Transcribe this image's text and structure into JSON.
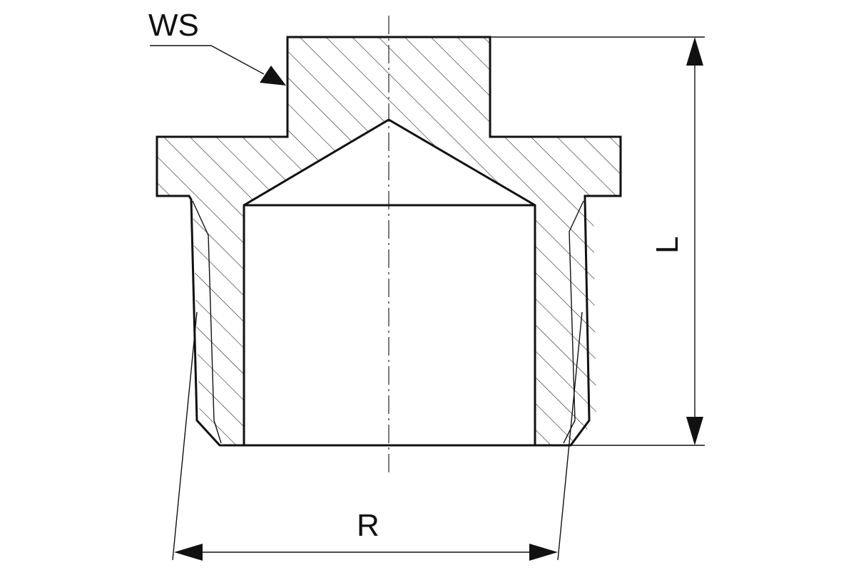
{
  "labels": {
    "ws": "WS",
    "length": "L",
    "thread": "R"
  },
  "colors": {
    "line": "#111111",
    "background": "#ffffff"
  }
}
